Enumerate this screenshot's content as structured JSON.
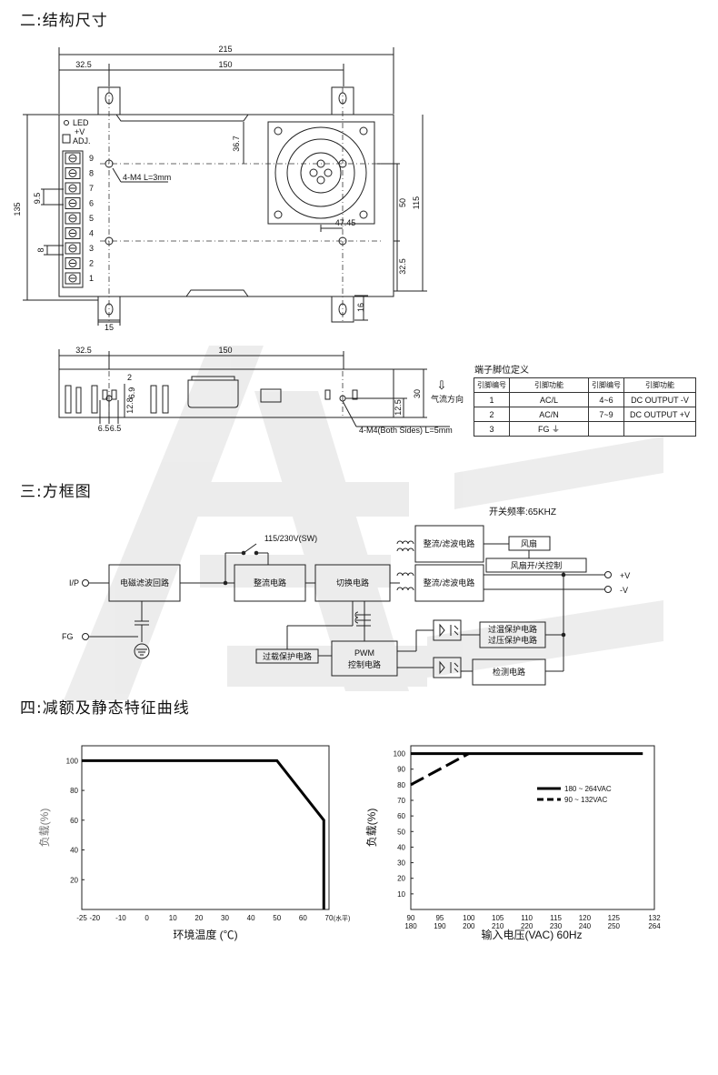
{
  "sections": {
    "structure": "二:结构尺寸",
    "block": "三:方框图",
    "derating": "四:减额及静态特征曲线"
  },
  "top_view": {
    "dim_215": "215",
    "dim_32_5": "32.5",
    "dim_150": "150",
    "dim_135": "135",
    "dim_9_5": "9.5",
    "dim_8": "8",
    "dim_36_7": "36.7",
    "dim_50": "50",
    "dim_115": "115",
    "dim_47_45": "47.45",
    "dim_32_5b": "32.5",
    "dim_15": "15",
    "dim_16": "16",
    "led": "LED",
    "plus_v": "+V",
    "adj": "ADJ.",
    "screw_note": "4-M4 L=3mm",
    "terminals": [
      "9",
      "8",
      "7",
      "6",
      "5",
      "4",
      "3",
      "2",
      "1"
    ]
  },
  "side_view": {
    "dim_32_5": "32.5",
    "dim_150": "150",
    "dim_2": "2",
    "dim_6_9": "6.9",
    "dim_12_8": "12.8",
    "dim_6_5a": "6.5",
    "dim_6_5b": "6.5",
    "dim_12_5": "12.5",
    "dim_30": "30",
    "airflow_arrow": "⇩",
    "airflow": "气流方向",
    "screw_note": "4-M4(Both Sides) L=5mm"
  },
  "pin_table": {
    "title": "端子脚位定义",
    "headers": [
      "引脚编号",
      "引脚功能",
      "引脚编号",
      "引脚功能"
    ],
    "rows": [
      [
        "1",
        "AC/L",
        "4~6",
        "DC OUTPUT -V"
      ],
      [
        "2",
        "AC/N",
        "7~9",
        "DC OUTPUT +V"
      ],
      [
        "3",
        "FG ⏚",
        "",
        ""
      ]
    ]
  },
  "block_diagram": {
    "freq": "开关频率:65KHZ",
    "ip": "I/P",
    "fg": "FG",
    "sw": "115/230V(SW)",
    "emi": "电磁滤波回路",
    "rect1": "整流电路",
    "switch": "切换电路",
    "rect2": "整流/滤波电路",
    "rect3": "整流/滤波电路",
    "fan": "风扇",
    "fan_ctrl": "风扇开/关控制",
    "out_pos": "+V",
    "out_neg": "-V",
    "otp": "过温保护电路",
    "ovp": "过压保护电路",
    "olp": "过载保护电路",
    "pwm_1": "PWM",
    "pwm_2": "控制电路",
    "detect": "检测电路"
  },
  "chart_data": [
    {
      "type": "line",
      "title": "",
      "xlabel": "环境温度 (℃)",
      "ylabel": "负载(%)",
      "x_unit_note": "(水平)",
      "xticks": [
        -25,
        -20,
        -10,
        0,
        10,
        20,
        30,
        40,
        50,
        60,
        70
      ],
      "yticks": [
        20,
        40,
        60,
        80,
        100
      ],
      "xlim": [
        -25,
        70
      ],
      "ylim": [
        0,
        110
      ],
      "series": [
        {
          "x": [
            -25,
            50,
            68,
            68
          ],
          "y": [
            100,
            100,
            60,
            0
          ],
          "style": "solid"
        }
      ]
    },
    {
      "type": "line",
      "title": "",
      "xlabel": "输入电压(VAC) 60Hz",
      "ylabel": "负载(%)",
      "xticks_top": [
        "90",
        "95",
        "100",
        "105",
        "110",
        "115",
        "120",
        "125",
        "132"
      ],
      "xticks_bottom": [
        "180",
        "190",
        "200",
        "210",
        "220",
        "230",
        "240",
        "250",
        "264"
      ],
      "yticks": [
        10,
        20,
        30,
        40,
        50,
        60,
        70,
        80,
        90,
        100
      ],
      "ylim": [
        0,
        105
      ],
      "legend_position": "upper-right",
      "series": [
        {
          "name": "180 ~ 264VAC",
          "x": [
            90,
            130
          ],
          "y": [
            100,
            100
          ],
          "style": "solid"
        },
        {
          "name": "90 ~ 132VAC",
          "x": [
            90,
            100
          ],
          "y": [
            80,
            100
          ],
          "style": "dashed"
        }
      ]
    }
  ]
}
